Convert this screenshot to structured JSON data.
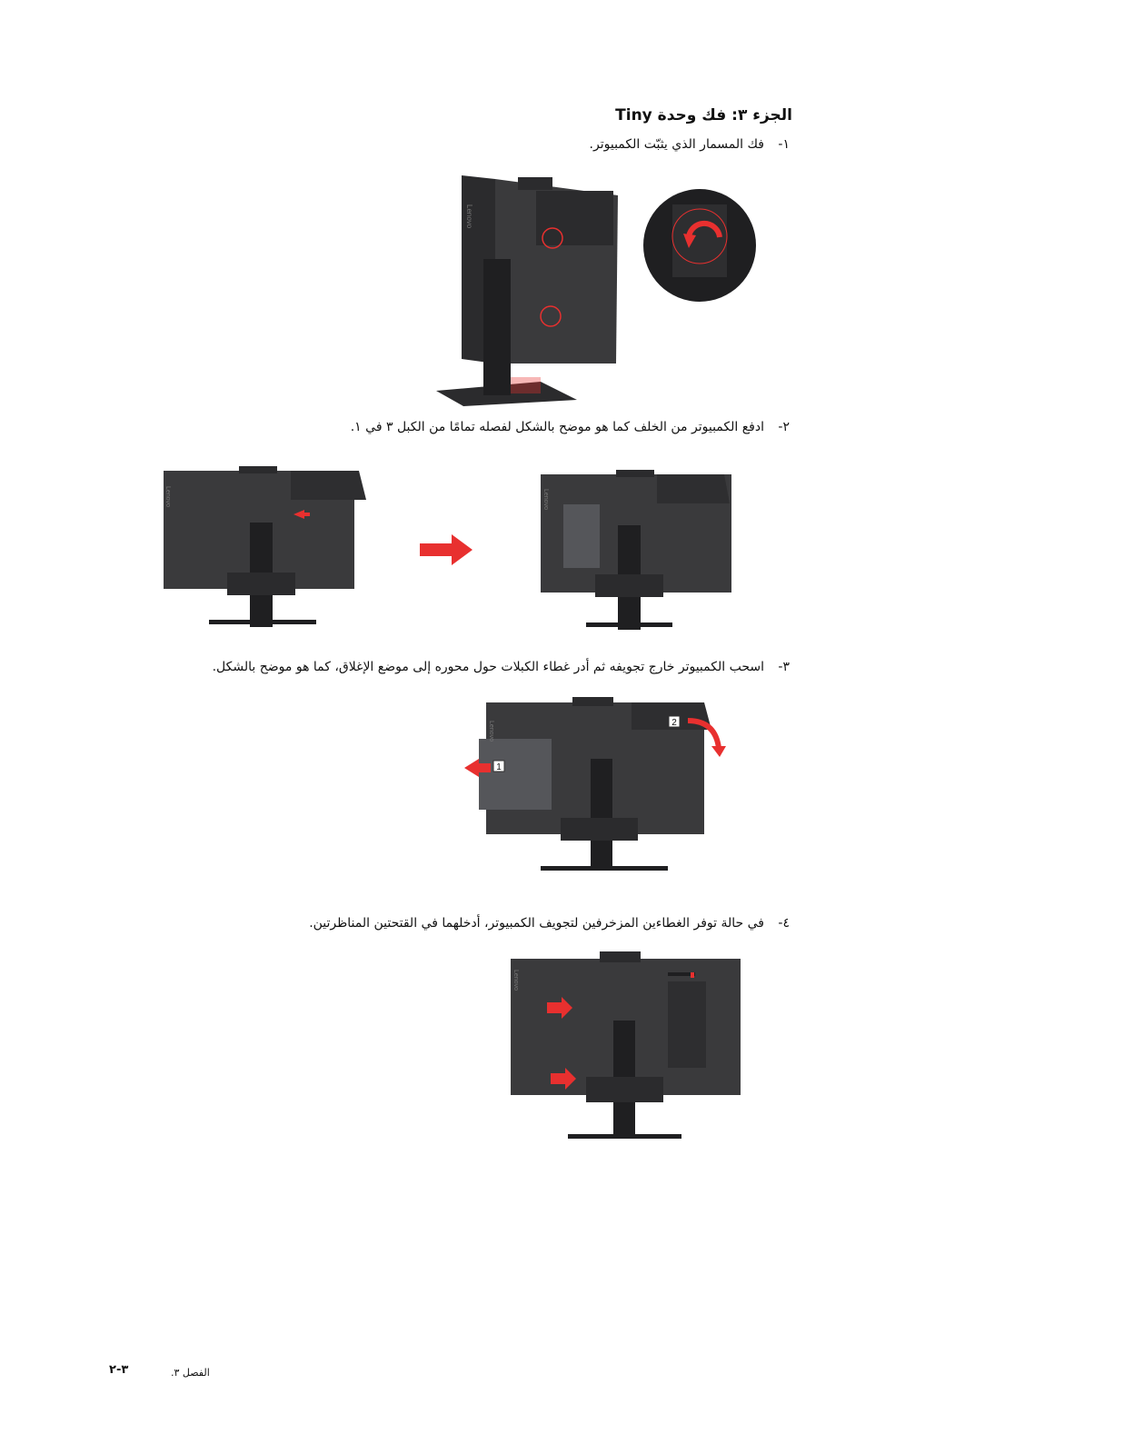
{
  "section_title": "الجزء ٣: فك وحدة Tiny",
  "steps": [
    {
      "num": "١-",
      "text": "فك المسمار الذي يثبّت الكمبيوتر."
    },
    {
      "num": "٢-",
      "text": "ادفع الكمبيوتر من الخلف كما هو موضح بالشكل لفصله تمامًا من الكبل ٣ في ١."
    },
    {
      "num": "٣-",
      "text": "اسحب الكمبيوتر خارج تجويفه ثم أدر غطاء الكبلات حول محوره إلى موضع الإغلاق، كما هو موضح بالشكل."
    },
    {
      "num": "٤-",
      "text": "في حالة توفر الغطاءين المزخرفين لتجويف الكمبيوتر، أدخلهما في القتحتين المناظرتين."
    }
  ],
  "figures": {
    "brand_text": "Lenovo",
    "callout_1": "1",
    "callout_2": "2",
    "colors": {
      "monitor": "#3a3a3c",
      "monitor_dark": "#2b2b2d",
      "accent": "#e8302f",
      "stand": "#1f1f21"
    }
  },
  "footer": {
    "chapter": "الفصل ٣.",
    "page": "٣-٢"
  }
}
